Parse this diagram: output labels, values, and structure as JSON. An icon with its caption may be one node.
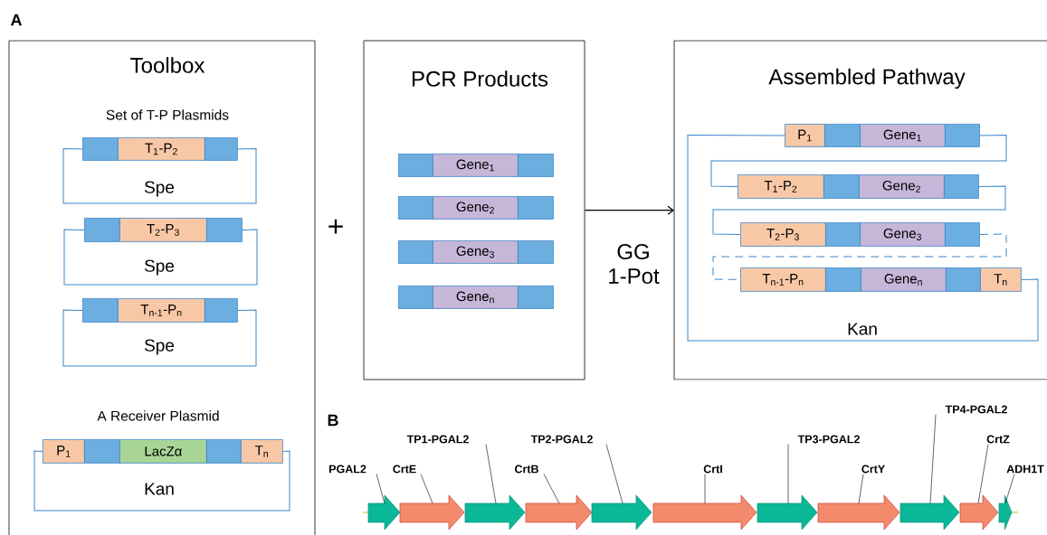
{
  "diagram": {
    "nodes": [
      {
        "text": [
          "Toolbox"
        ]
      },
      {
        "text": [],
        "shape": "box",
        "in": 0
      },
      {
        "text": [
          "T$_{1}$-P$_{2}$"
        ],
        "in": 0
      },
      {
        "text": [],
        "shape": "box",
        "in": 0
      },
      {
        "text": [],
        "shape": "box",
        "in": 0
      },
      {
        "text": [
          "T$_{2}$-P$_{3}$"
        ],
        "in": 0
      },
      {
        "text": [],
        "shape": "box",
        "in": 0
      },
      {
        "text": [],
        "shape": "box",
        "in": 0
      },
      {
        "text": [
          "T$_{n-1}$-P$_{n}$"
        ],
        "in": 0
      },
      {
        "text": [],
        "shape": "box",
        "in": 0
      },
      {
        "text": [
          "P$_{1}$"
        ],
        "in": 0
      },
      {
        "text": [],
        "shape": "box",
        "in": 0
      },
      {
        "text": [
          "LacZα"
        ],
        "in": 0
      },
      {
        "text": [],
        "shape": "box",
        "in": 0
      },
      {
        "text": [
          "T$_{n}$"
        ],
        "in": 0
      },
      {
        "text": [
          "PCR Products"
        ]
      },
      {
        "text": [],
        "shape": "box",
        "in": 15
      },
      {
        "text": [
          "Gene$_{1}$"
        ],
        "in": 15
      },
      {
        "text": [],
        "shape": "box",
        "in": 15
      },
      {
        "text": [],
        "shape": "box",
        "in": 15
      },
      {
        "text": [
          "Gene$_{2}$"
        ],
        "in": 15
      },
      {
        "text": [],
        "shape": "box",
        "in": 15
      },
      {
        "text": [],
        "shape": "box",
        "in": 15
      },
      {
        "text": [
          "Gene$_{3}$"
        ],
        "in": 15
      },
      {
        "text": [],
        "shape": "box",
        "in": 15
      },
      {
        "text": [],
        "shape": "box",
        "in": 15
      },
      {
        "text": [
          "Gene$_{n}$"
        ],
        "in": 15
      },
      {
        "text": [],
        "shape": "box",
        "in": 15
      },
      {
        "text": [
          "Assembled Pathway"
        ]
      },
      {
        "text": [
          "P$_{1}$"
        ],
        "in": 28
      },
      {
        "text": [],
        "shape": "box",
        "in": 28
      },
      {
        "text": [
          "Gene$_{1}$"
        ],
        "in": 28
      },
      {
        "text": [],
        "shape": "box",
        "in": 28
      },
      {
        "text": [
          "T$_{1}$-P$_{2}$"
        ],
        "in": 28
      },
      {
        "text": [],
        "shape": "box",
        "in": 28
      },
      {
        "text": [
          "Gene$_{2}$"
        ],
        "in": 28
      },
      {
        "text": [],
        "shape": "box",
        "in": 28
      },
      {
        "text": [
          "T$_{2}$-P$_{3}$"
        ],
        "in": 28
      },
      {
        "text": [],
        "shape": "box",
        "in": 28
      },
      {
        "text": [
          "Gene$_{3}$"
        ],
        "in": 28
      },
      {
        "text": [],
        "shape": "box",
        "in": 28
      },
      {
        "text": [
          "T$_{n-1}$-P$_{n}$"
        ],
        "in": 28
      },
      {
        "text": [],
        "shape": "box",
        "in": 28
      },
      {
        "text": [
          "Gene$_{n}$"
        ],
        "in": 28
      },
      {
        "text": [],
        "shape": "box",
        "in": 28
      },
      {
        "text": [
          "T$_{n}$"
        ],
        "in": 28
      },
      {
        "text": [
          "PGAL2"
        ]
      },
      {
        "text": [
          "CrtE"
        ]
      },
      {
        "text": [
          "TP1-PGAL2"
        ]
      },
      {
        "text": [
          "CrtB"
        ]
      },
      {
        "text": [
          "TP2-PGAL2"
        ]
      },
      {
        "text": [
          "CrtI"
        ]
      },
      {
        "text": [
          "TP3-PGAL2"
        ]
      },
      {
        "text": [
          "CrtY"
        ]
      },
      {
        "text": [
          "TP4-PGAL2"
        ]
      },
      {
        "text": [
          "CrtZ"
        ]
      },
      {
        "text": [
          "ADH1T"
        ]
      },
      {
        "text": [],
        "shape": "arrow"
      },
      {
        "text": [],
        "shape": "arrow"
      },
      {
        "text": [],
        "shape": "arrow"
      },
      {
        "text": [],
        "shape": "arrow"
      },
      {
        "text": [],
        "shape": "arrow"
      },
      {
        "text": [],
        "shape": "arrow"
      },
      {
        "text": [],
        "shape": "arrow"
      },
      {
        "text": [],
        "shape": "arrow"
      },
      {
        "text": [],
        "shape": "arrow"
      },
      {
        "text": [],
        "shape": "arrow"
      },
      {
        "text": [],
        "shape": "arrow"
      }
    ],
    "edges": [
      {
        "from": 1,
        "to": 3,
        "arrow": "none",
        "label": "Spe",
        "color": "#3a86c8"
      },
      {
        "from": 4,
        "to": 6,
        "arrow": "none",
        "label": "Spe",
        "color": "#3a86c8"
      },
      {
        "from": 7,
        "to": 9,
        "arrow": "none",
        "label": "Spe",
        "color": "#3a86c8"
      },
      {
        "from": 10,
        "to": 14,
        "arrow": "none",
        "label": "Kan",
        "color": "#3a86c8"
      },
      {
        "from": 15,
        "to": 28,
        "arrow": "to",
        "label": "GG 1-Pot"
      },
      {
        "from": 32,
        "to": 33,
        "arrow": "none",
        "color": "#3a86c8"
      },
      {
        "from": 36,
        "to": 37,
        "arrow": "none",
        "color": "#3a86c8"
      },
      {
        "from": 40,
        "to": 41,
        "arrow": "none",
        "style": "dashed",
        "color": "#3a86c8"
      },
      {
        "from": 45,
        "to": 29,
        "arrow": "none",
        "label": "Kan",
        "color": "#3a86c8"
      },
      {
        "from": 46,
        "to": 57,
        "arrow": "none"
      },
      {
        "from": 47,
        "to": 58,
        "arrow": "none"
      },
      {
        "from": 48,
        "to": 59,
        "arrow": "none"
      },
      {
        "from": 49,
        "to": 60,
        "arrow": "none"
      },
      {
        "from": 50,
        "to": 61,
        "arrow": "none"
      },
      {
        "from": 51,
        "to": 62,
        "arrow": "none"
      },
      {
        "from": 52,
        "to": 63,
        "arrow": "none"
      },
      {
        "from": 53,
        "to": 64,
        "arrow": "none"
      },
      {
        "from": 54,
        "to": 65,
        "arrow": "none"
      },
      {
        "from": 55,
        "to": 66,
        "arrow": "none"
      },
      {
        "from": 56,
        "to": 67,
        "arrow": "none"
      }
    ],
    "labels": [
      "A",
      "Set of T-P Plasmids",
      "+",
      "A Receiver Plasmid",
      "B"
    ]
  }
}
